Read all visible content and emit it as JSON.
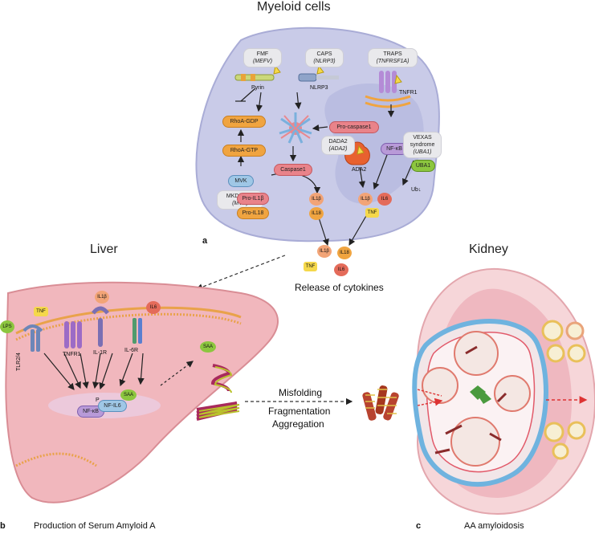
{
  "titles": {
    "myeloid": "Myeloid cells",
    "liver": "Liver",
    "kidney": "Kidney"
  },
  "panels": {
    "a": "a",
    "b": "b",
    "c": "c",
    "b_caption": "Production of Serum Amyloid A",
    "c_caption": "AA amyloidosis"
  },
  "cell": {
    "fmf": "FMF",
    "mefv": "(MEFV)",
    "pyrin": "Pyrin",
    "caps": "CAPS",
    "nlrp3_gene": "(NLRP3)",
    "nlrp3": "NLRP3",
    "traps": "TRAPS",
    "tnfrsf1a": "(TNFRSF1A)",
    "tnfr1": "TNFR1",
    "rhoa_gdp": "RhoA-GDP",
    "rhoa_gtp": "RhoA-GTP",
    "mvk": "MVK",
    "mkd": "MKD/HIDS",
    "mvk_gene": "(MVK)",
    "procaspase": "Pro-caspase1",
    "dada2": "DADA2",
    "ada2_gene": "(ADA2)",
    "ada2": "ADA2",
    "caspase": "Caspase1",
    "nfkb": "NF-κB",
    "vexas1": "VEXAS",
    "vexas2": "syndrome",
    "uba1_gene": "(UBA1)",
    "uba1": "UBA1",
    "ub": "Ub↓",
    "pro_il1b": "Pro-IL1β",
    "pro_il18": "Pro-IL18",
    "il1b": "IL1β",
    "il18": "IL18",
    "il6": "IL6",
    "tnf": "TNF"
  },
  "release": {
    "label": "Release of cytokines",
    "il1b": "IL1β",
    "il18": "IL18",
    "tnf": "TNF",
    "il6": "IL6"
  },
  "liver": {
    "tnf": "TNF",
    "il1b": "IL1β",
    "il6": "IL6",
    "lps": "LPS",
    "tlr24": "TLR2/4",
    "tnfr1": "TNFR1",
    "il1r": "IL-1R",
    "il6r": "IL-6R",
    "nfkb": "NF-κB",
    "p": "P",
    "nfil6": "NF-IL6",
    "saa1": "SAA",
    "saa2": "SAA"
  },
  "process": {
    "misfolding": "Misfolding",
    "fragmentation": "Fragmentation",
    "aggregation": "Aggregation"
  },
  "colors": {
    "cell_body": "#c9cbe8",
    "liver": "#f1b7bd",
    "kidney": "#f6d6d9",
    "orange": "#f0a440",
    "red": "#e46b5a",
    "yellow": "#f5d84b"
  }
}
